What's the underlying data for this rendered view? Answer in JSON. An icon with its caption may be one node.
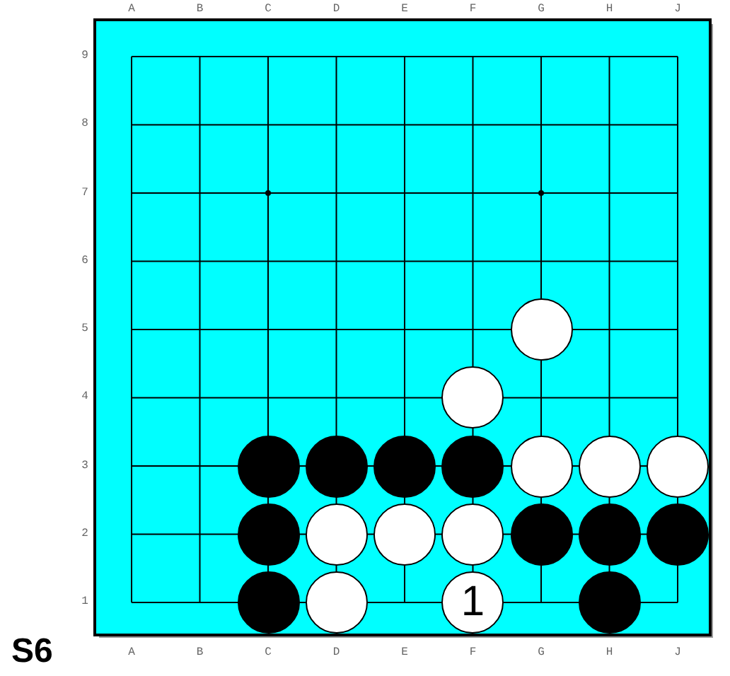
{
  "diagram": {
    "nodes": [
      {
        "text": [],
        "shape": "circle"
      },
      {
        "text": [],
        "shape": "circle"
      },
      {
        "text": [],
        "shape": "circle"
      },
      {
        "text": [],
        "shape": "circle"
      },
      {
        "text": [],
        "shape": "circle"
      },
      {
        "text": [],
        "shape": "circle"
      },
      {
        "text": [],
        "shape": "circle"
      },
      {
        "text": [],
        "shape": "circle"
      },
      {
        "text": [],
        "shape": "circle"
      },
      {
        "text": [],
        "shape": "circle"
      },
      {
        "text": [],
        "shape": "circle"
      },
      {
        "text": [],
        "shape": "circle"
      },
      {
        "text": [],
        "shape": "circle"
      },
      {
        "text": [],
        "shape": "circle"
      },
      {
        "text": [],
        "shape": "circle"
      },
      {
        "text": [],
        "shape": "circle"
      },
      {
        "text": [],
        "shape": "circle"
      },
      {
        "text": [],
        "shape": "circle"
      },
      {
        "text": [
          "1"
        ]
      },
      {
        "text": [],
        "shape": "circle"
      }
    ],
    "labels": [
      "A",
      "B",
      "C",
      "D",
      "E",
      "F",
      "G",
      "H",
      "J",
      "9",
      "8",
      "7",
      "6",
      "5",
      "4",
      "3",
      "2",
      "1",
      "A",
      "B",
      "C",
      "D",
      "E",
      "F",
      "G",
      "H",
      "J",
      "S6"
    ]
  }
}
